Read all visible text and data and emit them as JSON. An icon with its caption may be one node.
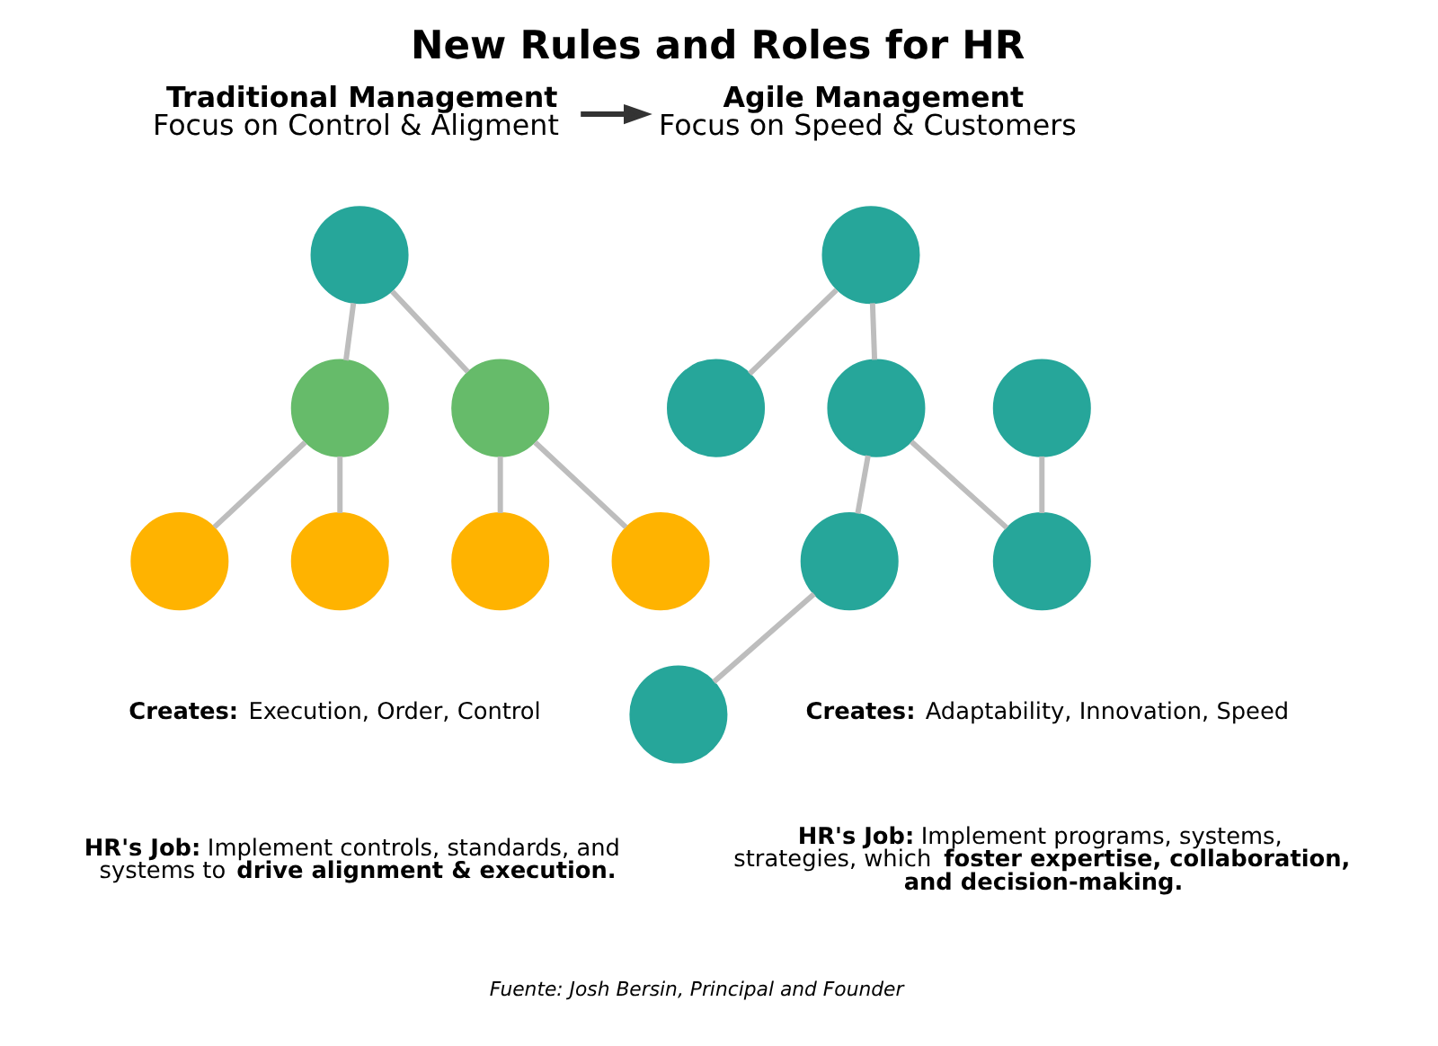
{
  "diagram": {
    "title": "New Rules and Roles for HR",
    "caption": "Fuente: Josh Bersin, Principal and Founder",
    "nodes": [
      {
        "text": [
          "Traditional Management",
          "Focus on Control & Aligment"
        ]
      },
      {
        "text": [],
        "shape": "circle"
      },
      {
        "text": [],
        "shape": "circle"
      },
      {
        "text": [],
        "shape": "circle"
      },
      {
        "text": [],
        "shape": "circle"
      },
      {
        "text": [],
        "shape": "circle"
      },
      {
        "text": [],
        "shape": "circle"
      },
      {
        "text": [],
        "shape": "circle"
      },
      {
        "text": [
          "Agile Management",
          "Focus on Speed & Customers"
        ]
      },
      {
        "text": [],
        "shape": "circle"
      },
      {
        "text": [],
        "shape": "circle"
      },
      {
        "text": [],
        "shape": "circle"
      },
      {
        "text": [],
        "shape": "circle"
      },
      {
        "text": [],
        "shape": "circle"
      },
      {
        "text": [],
        "shape": "circle"
      },
      {
        "text": [],
        "shape": "circle"
      }
    ],
    "edges": [
      {
        "from": 1,
        "to": 2,
        "arrow": "none"
      },
      {
        "from": 1,
        "to": 3,
        "arrow": "none"
      },
      {
        "from": 2,
        "to": 4,
        "arrow": "none"
      },
      {
        "from": 2,
        "to": 5,
        "arrow": "none"
      },
      {
        "from": 3,
        "to": 6,
        "arrow": "none"
      },
      {
        "from": 3,
        "to": 7,
        "arrow": "none"
      },
      {
        "from": 9,
        "to": 10,
        "arrow": "none"
      },
      {
        "from": 9,
        "to": 11,
        "arrow": "none"
      },
      {
        "from": 11,
        "to": 12,
        "arrow": "none"
      },
      {
        "from": 12,
        "to": 15,
        "arrow": "none"
      },
      {
        "from": 11,
        "to": 14,
        "arrow": "none"
      },
      {
        "from": 13,
        "to": 14,
        "arrow": "none"
      },
      {
        "from": 0,
        "to": 8,
        "arrow": "to",
        "color": "#333333"
      }
    ],
    "labels": [
      "**Creates:** Execution, Order, Control",
      "**HR's Job:** Implement controls, standards, and systems to **drive alignment & execution.**",
      "**Creates:** Adaptability, Innovation, Speed",
      "**HR's Job:** Implement programs, systems, strategies, which **foster expertise, collaboration, and decision-making.**"
    ]
  }
}
